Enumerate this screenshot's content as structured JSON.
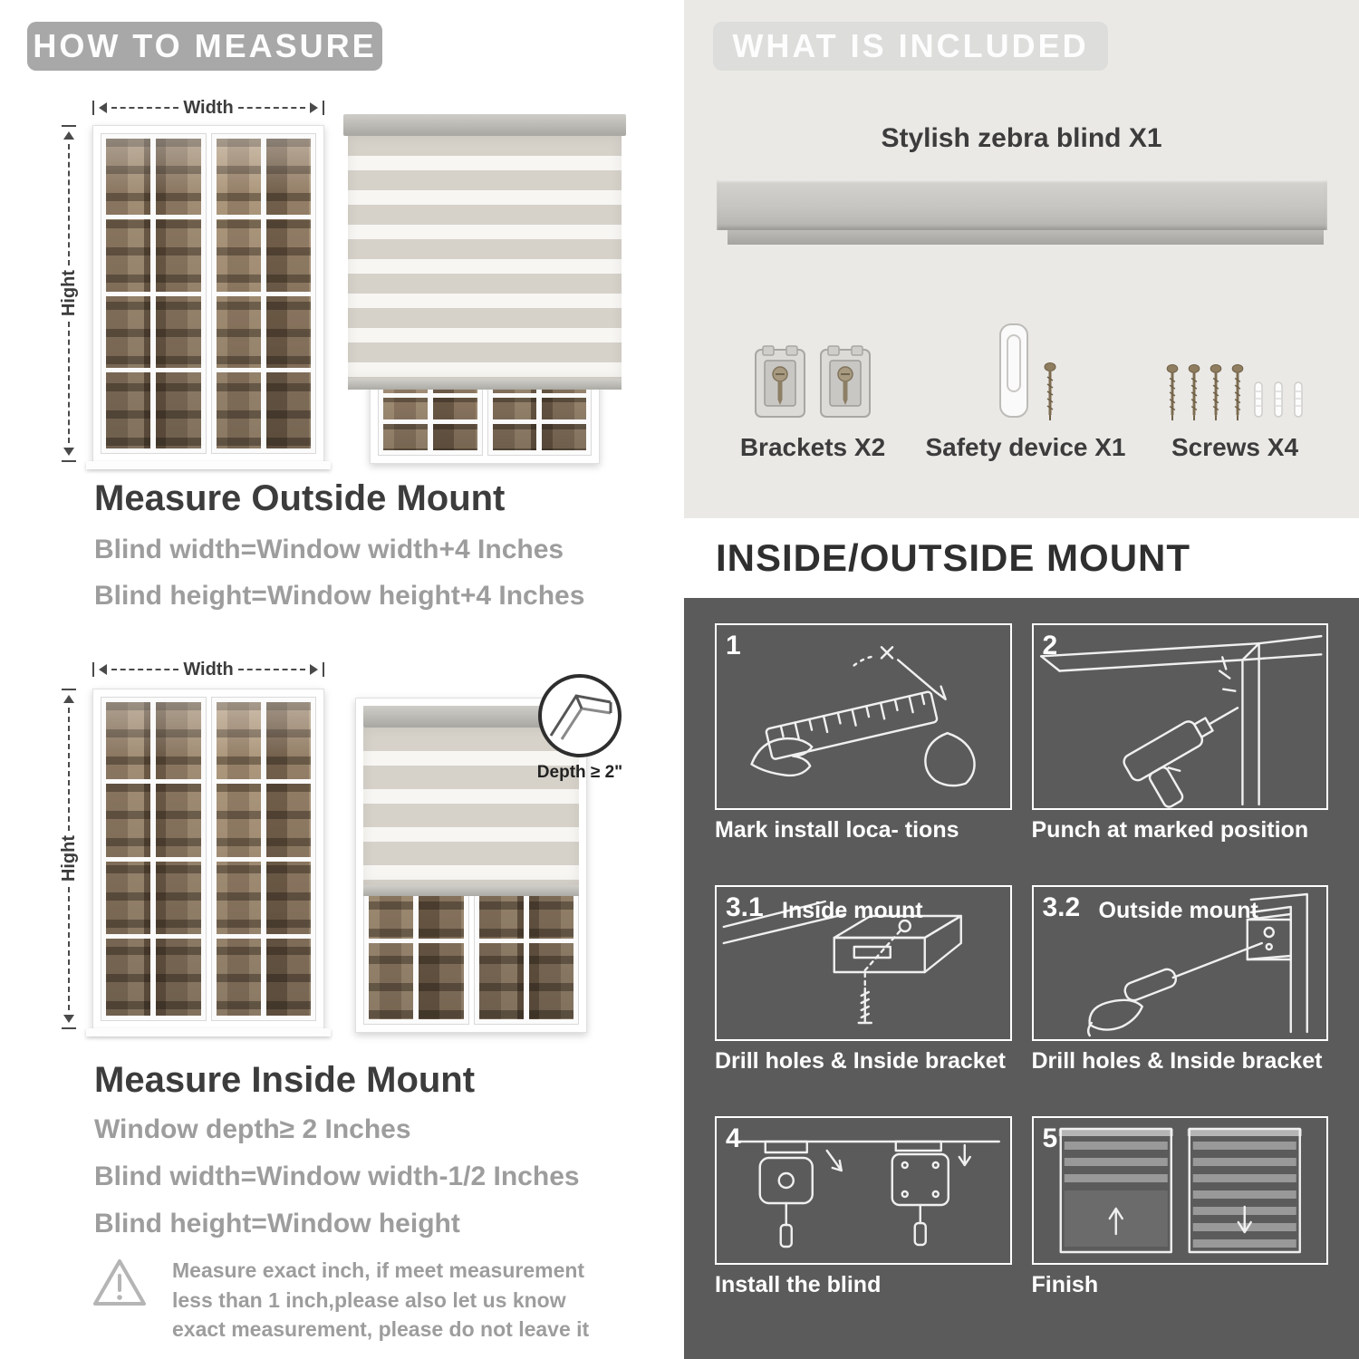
{
  "colors": {
    "pill_gray": "#a8a8a8",
    "light_section_bg": "#eae9e6",
    "dark_section_bg": "#5b5b5b",
    "heading_dark": "#3c3c3c",
    "muted_text": "#9d9d9d",
    "blind_stripe_gray": "#d6d2ca",
    "blind_stripe_light": "#f7f6f3",
    "white": "#ffffff"
  },
  "how_to_measure": {
    "header": "HOW TO MEASURE",
    "outside_mount": {
      "width_label": "Width",
      "height_label": "Hight",
      "title": "Measure Outside Mount",
      "lines": [
        "Blind width=Window width+4 Inches",
        "Blind height=Window height+4 Inches"
      ]
    },
    "inside_mount": {
      "width_label": "Width",
      "height_label": "Hight",
      "depth_callout_label": "Depth ≥ 2\"",
      "title": "Measure Inside Mount",
      "lines": [
        "Window depth≥ 2 Inches",
        "Blind width=Window width-1/2 Inches",
        "Blind height=Window height"
      ]
    },
    "warning_icon": "warning-triangle-icon",
    "warning_note": "Measure exact inch, if meet measurement less than 1 inch,please also let us know exact measurement, please do not leave it"
  },
  "what_is_included": {
    "header": "WHAT IS INCLUDED",
    "product_label": "Stylish zebra blind X1",
    "items": [
      {
        "label": "Brackets X2",
        "icon": "bracket-icon"
      },
      {
        "label": "Safety device X1",
        "icon": "safety-device-icon"
      },
      {
        "label": "Screws X4",
        "icon": "screw-icon"
      }
    ]
  },
  "mount_guide": {
    "header": "INSIDE/OUTSIDE MOUNT",
    "steps": [
      {
        "number": "1",
        "label": "",
        "caption": "Mark install loca- tions"
      },
      {
        "number": "2",
        "label": "",
        "caption": "Punch at  marked position"
      },
      {
        "number": "3.1",
        "label": "Inside mount",
        "caption": "Drill holes &  Inside bracket"
      },
      {
        "number": "3.2",
        "label": "Outside mount",
        "caption": "Drill holes &  Inside bracket"
      },
      {
        "number": "4",
        "label": "",
        "caption": "Install the blind"
      },
      {
        "number": "5",
        "label": "",
        "caption": "Finish"
      }
    ]
  }
}
